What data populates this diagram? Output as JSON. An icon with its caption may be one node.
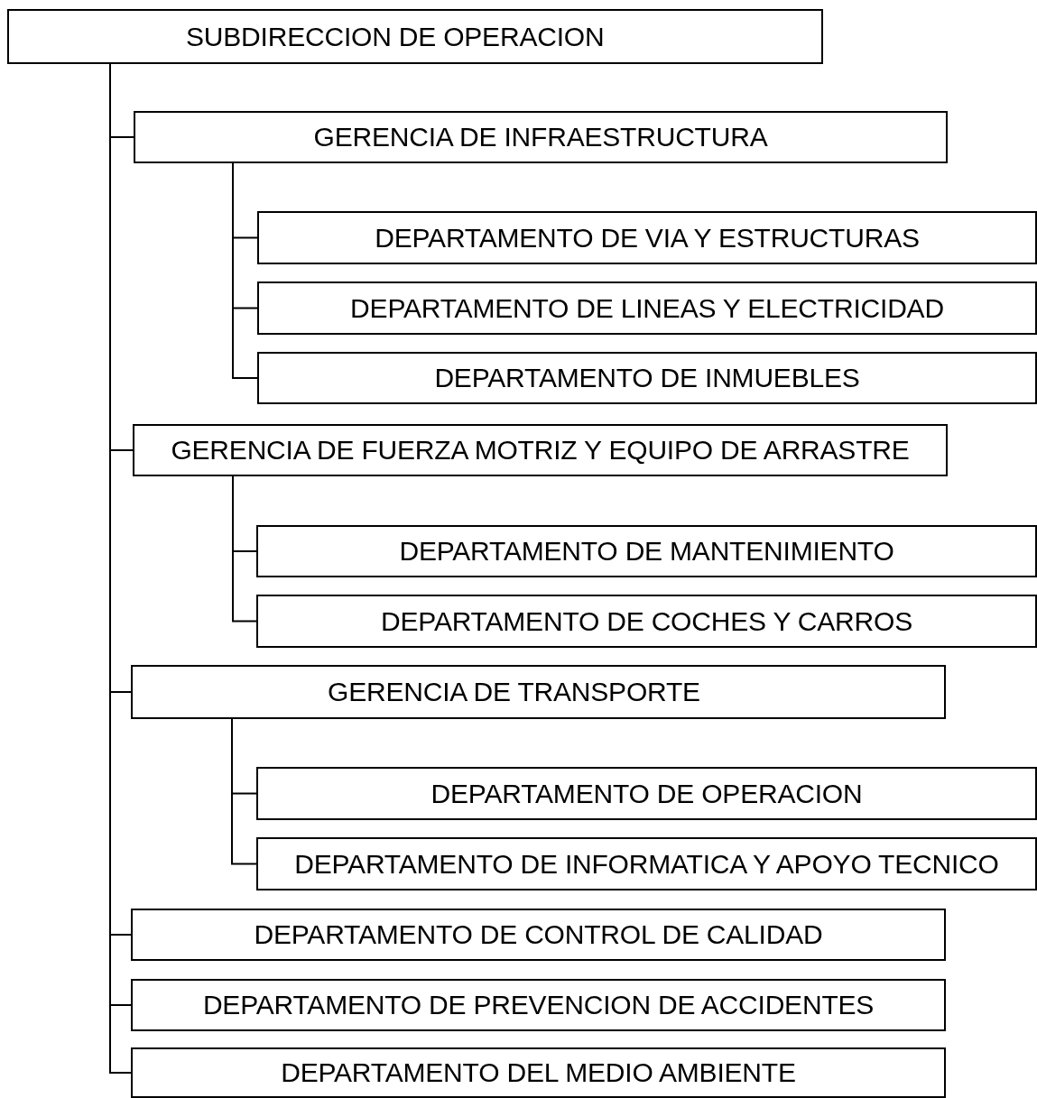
{
  "diagram": {
    "nodes": [
      {
        "text": [
          "SUBDIRECCION DE OPERACION"
        ]
      },
      {
        "text": [
          "GERENCIA DE INFRAESTRUCTURA"
        ]
      },
      {
        "text": [
          "DEPARTAMENTO DE VIA Y ESTRUCTURAS"
        ]
      },
      {
        "text": [
          "DEPARTAMENTO DE LINEAS Y ELECTRICIDAD"
        ]
      },
      {
        "text": [
          "DEPARTAMENTO DE INMUEBLES"
        ]
      },
      {
        "text": [
          "GERENCIA DE FUERZA MOTRIZ Y EQUIPO DE ARRASTRE"
        ]
      },
      {
        "text": [
          "DEPARTAMENTO DE MANTENIMIENTO"
        ]
      },
      {
        "text": [
          "DEPARTAMENTO DE COCHES Y CARROS"
        ]
      },
      {
        "text": [
          "GERENCIA DE TRANSPORTE"
        ]
      },
      {
        "text": [
          "DEPARTAMENTO DE OPERACION"
        ]
      },
      {
        "text": [
          "DEPARTAMENTO DE INFORMATICA Y APOYO TECNICO"
        ]
      },
      {
        "text": [
          "DEPARTAMENTO DE CONTROL DE CALIDAD"
        ]
      },
      {
        "text": [
          "DEPARTAMENTO DE PREVENCION DE ACCIDENTES"
        ]
      },
      {
        "text": [
          "DEPARTAMENTO DEL MEDIO AMBIENTE"
        ]
      }
    ],
    "edges": [
      {
        "from": 0,
        "to": 1,
        "arrow": "none"
      },
      {
        "from": 1,
        "to": 2,
        "arrow": "none"
      },
      {
        "from": 1,
        "to": 3,
        "arrow": "none"
      },
      {
        "from": 1,
        "to": 4,
        "arrow": "none"
      },
      {
        "from": 0,
        "to": 5,
        "arrow": "none"
      },
      {
        "from": 5,
        "to": 6,
        "arrow": "none"
      },
      {
        "from": 5,
        "to": 7,
        "arrow": "none"
      },
      {
        "from": 0,
        "to": 8,
        "arrow": "none"
      },
      {
        "from": 8,
        "to": 9,
        "arrow": "none"
      },
      {
        "from": 8,
        "to": 10,
        "arrow": "none"
      },
      {
        "from": 0,
        "to": 11,
        "arrow": "none"
      },
      {
        "from": 0,
        "to": 12,
        "arrow": "none"
      },
      {
        "from": 0,
        "to": 13,
        "arrow": "none"
      }
    ]
  }
}
